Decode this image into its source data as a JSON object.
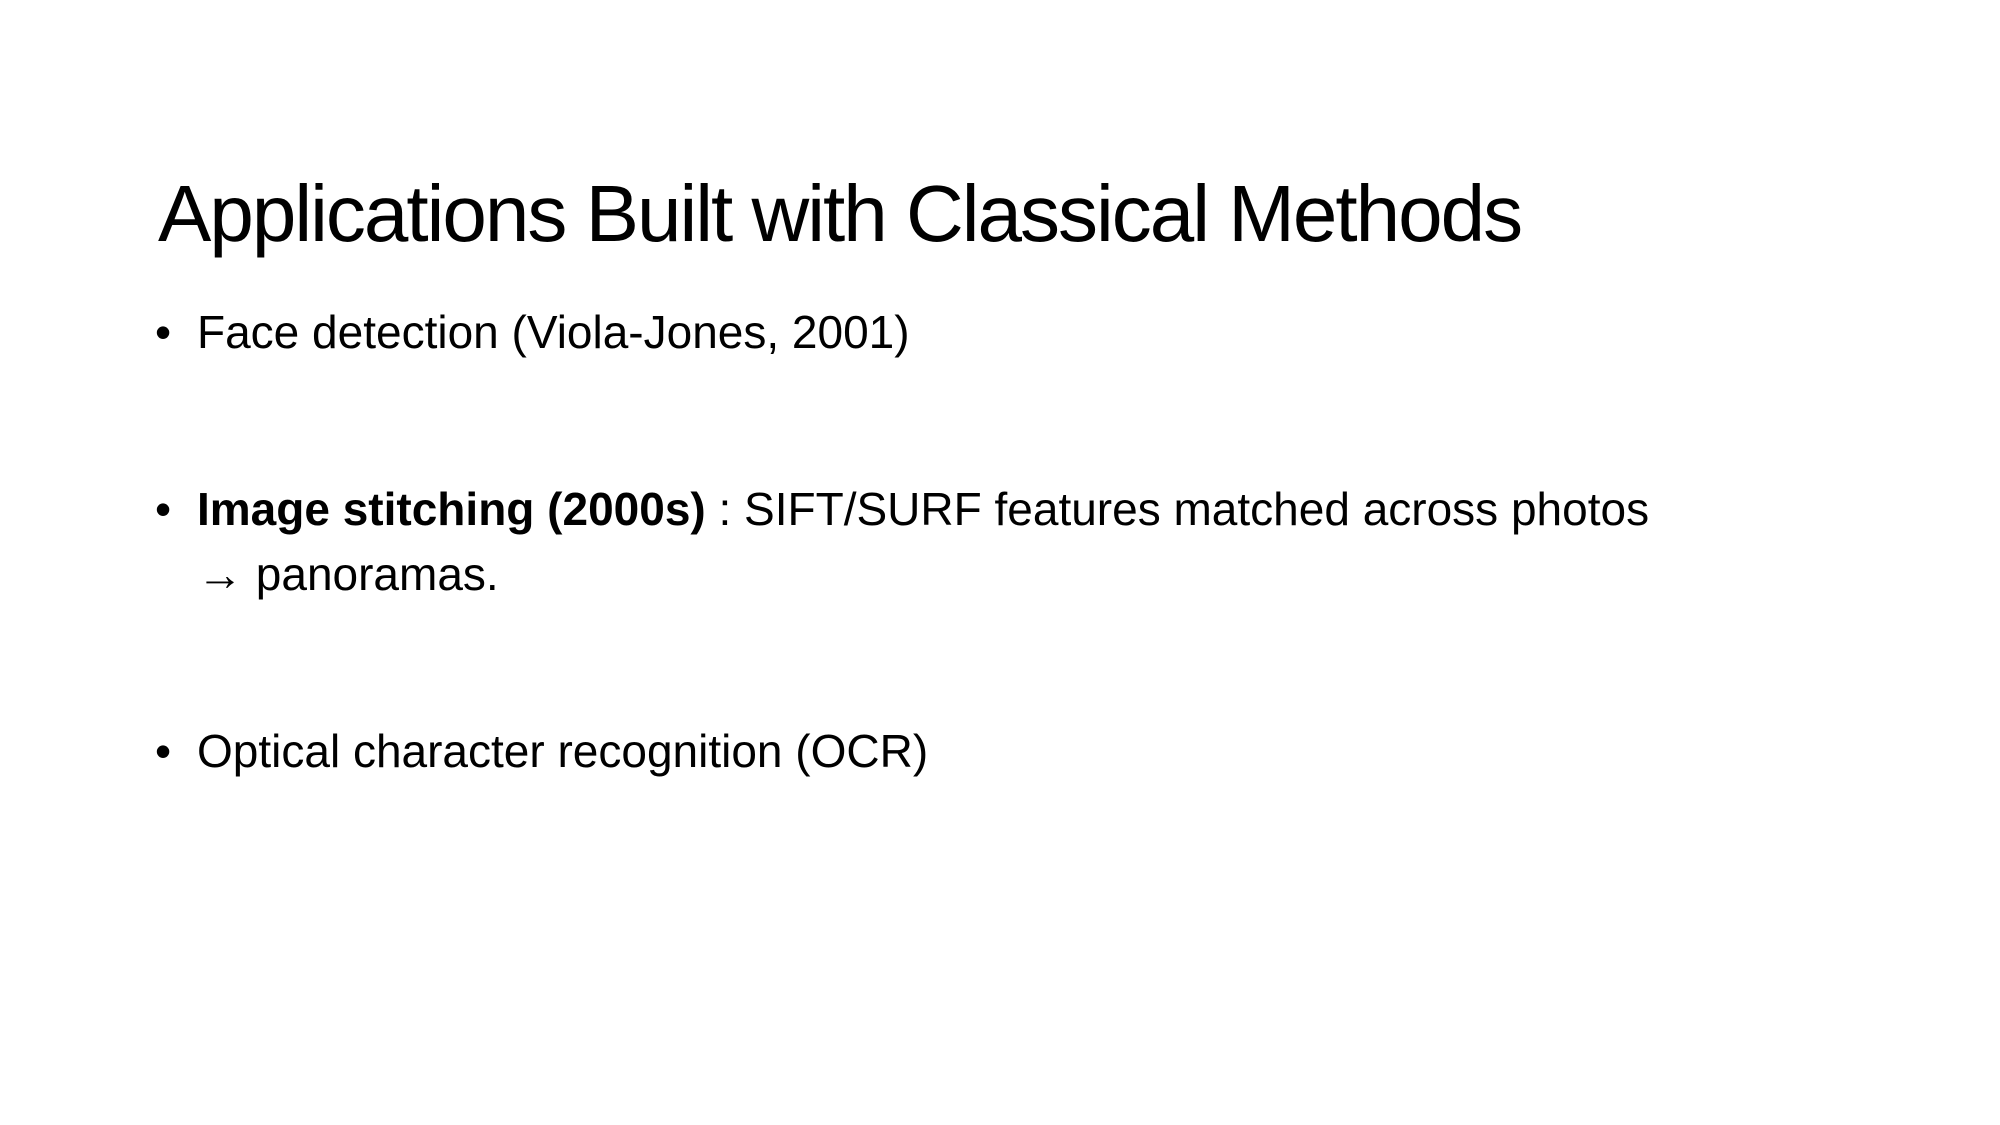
{
  "slide": {
    "title": "Applications Built with Classical Methods",
    "bullets": [
      {
        "text": "Face detection (Viola-Jones, 2001)"
      },
      {
        "bold": "Image stitching (2000s)",
        "rest": " : SIFT/SURF features matched across photos",
        "line2": "→ panoramas."
      },
      {
        "text": "Optical character recognition (OCR)"
      }
    ],
    "colors": {
      "background": "#ffffff",
      "text": "#000000"
    }
  }
}
